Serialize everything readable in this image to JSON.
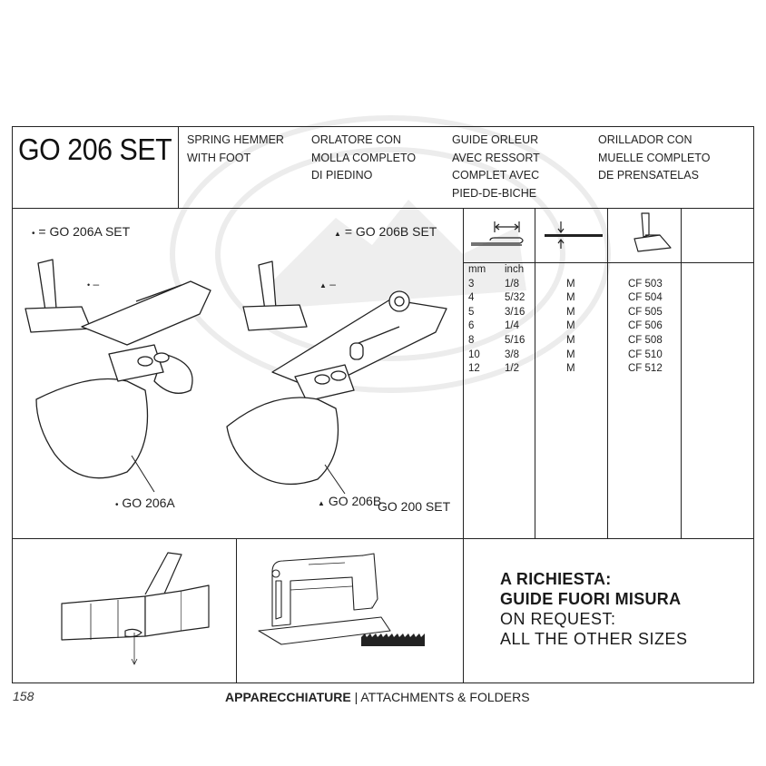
{
  "header": {
    "title": "GO 206 SET",
    "en": "SPRING HEMMER\nWITH FOOT",
    "it": "ORLATORE CON\nMOLLA COMPLETO\nDI PIEDINO",
    "fr": "GUIDE ORLEUR\nAVEC RESSORT\nCOMPLET AVEC\nPIED-DE-BICHE",
    "es": "ORILLADOR CON\nMUELLE COMPLETO\nDE PRENSATELAS"
  },
  "figure": {
    "set_a": "= GO 206A SET",
    "set_b": "= GO 206B SET",
    "foot_a_marker": "–",
    "foot_b_marker": "–",
    "part_a": "GO 206A",
    "part_b": "GO 206B",
    "part_other": "GO 200 SET",
    "dot_symbol": "•",
    "tri_symbol": "▲"
  },
  "sizes": {
    "col_mm": "mm",
    "col_inch": "inch",
    "rows": [
      {
        "mm": "3",
        "inch": "1/8",
        "m": "M",
        "code": "CF 503"
      },
      {
        "mm": "4",
        "inch": "5/32",
        "m": "M",
        "code": "CF 504"
      },
      {
        "mm": "5",
        "inch": "3/16",
        "m": "M",
        "code": "CF 505"
      },
      {
        "mm": "6",
        "inch": "1/4",
        "m": "M",
        "code": "CF 506"
      },
      {
        "mm": "8",
        "inch": "5/16",
        "m": "M",
        "code": "CF 508"
      },
      {
        "mm": "10",
        "inch": "3/8",
        "m": "M",
        "code": "CF 510"
      },
      {
        "mm": "12",
        "inch": "1/2",
        "m": "M",
        "code": "CF 512"
      }
    ]
  },
  "request": {
    "line1": "A RICHIESTA:",
    "line2": "GUIDE FUORI MISURA",
    "line3": "ON REQUEST:",
    "line4": "ALL THE OTHER SIZES"
  },
  "footer": {
    "page_number": "158",
    "section_bold": "APPARECCHIATURE",
    "separator": "|",
    "section": "ATTACHMENTS & FOLDERS"
  },
  "icons": {
    "hem_width": "hem-width-icon",
    "thickness": "thickness-icon",
    "foot": "presser-foot-icon",
    "machine": "sewing-machine-icon",
    "feed_dog": "feed-dog-icon",
    "fold": "fold-diagram-icon"
  }
}
